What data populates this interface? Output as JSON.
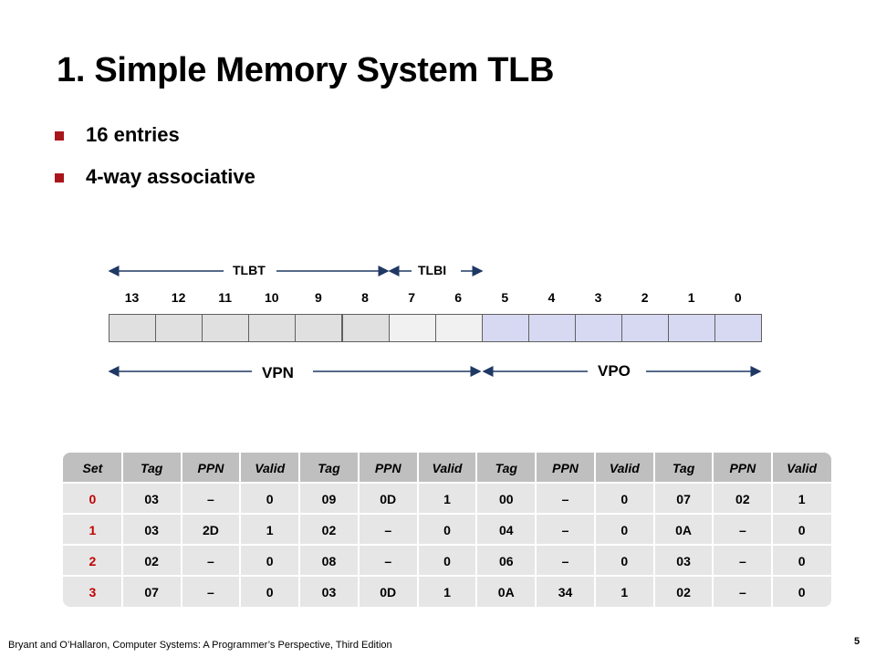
{
  "title": "1. Simple Memory System TLB",
  "bullets": [
    "16 entries",
    "4-way associative"
  ],
  "address": {
    "field_labels": {
      "tlbt": "TLBT",
      "tlbi": "TLBI",
      "vpn": "VPN",
      "vpo": "VPO"
    },
    "bit_numbers": [
      "13",
      "12",
      "11",
      "10",
      "9",
      "8",
      "7",
      "6",
      "5",
      "4",
      "3",
      "2",
      "1",
      "0"
    ],
    "colors": {
      "tlbt": "#e0e0e0",
      "tlbi": "#f1f1f1",
      "vpo": "#d7d9f3",
      "border": "#606060"
    }
  },
  "tlb": {
    "headers": [
      "Set",
      "Tag",
      "PPN",
      "Valid",
      "Tag",
      "PPN",
      "Valid",
      "Tag",
      "PPN",
      "Valid",
      "Tag",
      "PPN",
      "Valid"
    ],
    "rows": [
      [
        "0",
        "03",
        "–",
        "0",
        "09",
        "0D",
        "1",
        "00",
        "–",
        "0",
        "07",
        "02",
        "1"
      ],
      [
        "1",
        "03",
        "2D",
        "1",
        "02",
        "–",
        "0",
        "04",
        "–",
        "0",
        "0A",
        "–",
        "0"
      ],
      [
        "2",
        "02",
        "–",
        "0",
        "08",
        "–",
        "0",
        "06",
        "–",
        "0",
        "03",
        "–",
        "0"
      ],
      [
        "3",
        "07",
        "–",
        "0",
        "03",
        "0D",
        "1",
        "0A",
        "34",
        "1",
        "02",
        "–",
        "0"
      ]
    ],
    "colors": {
      "header_bg": "#bfbfbf",
      "body_bg": "#e6e6e6",
      "set_text": "#c00000"
    }
  },
  "footer": "Bryant and O’Hallaron, Computer Systems: A Programmer’s Perspective, Third Edition",
  "page_number": "5"
}
